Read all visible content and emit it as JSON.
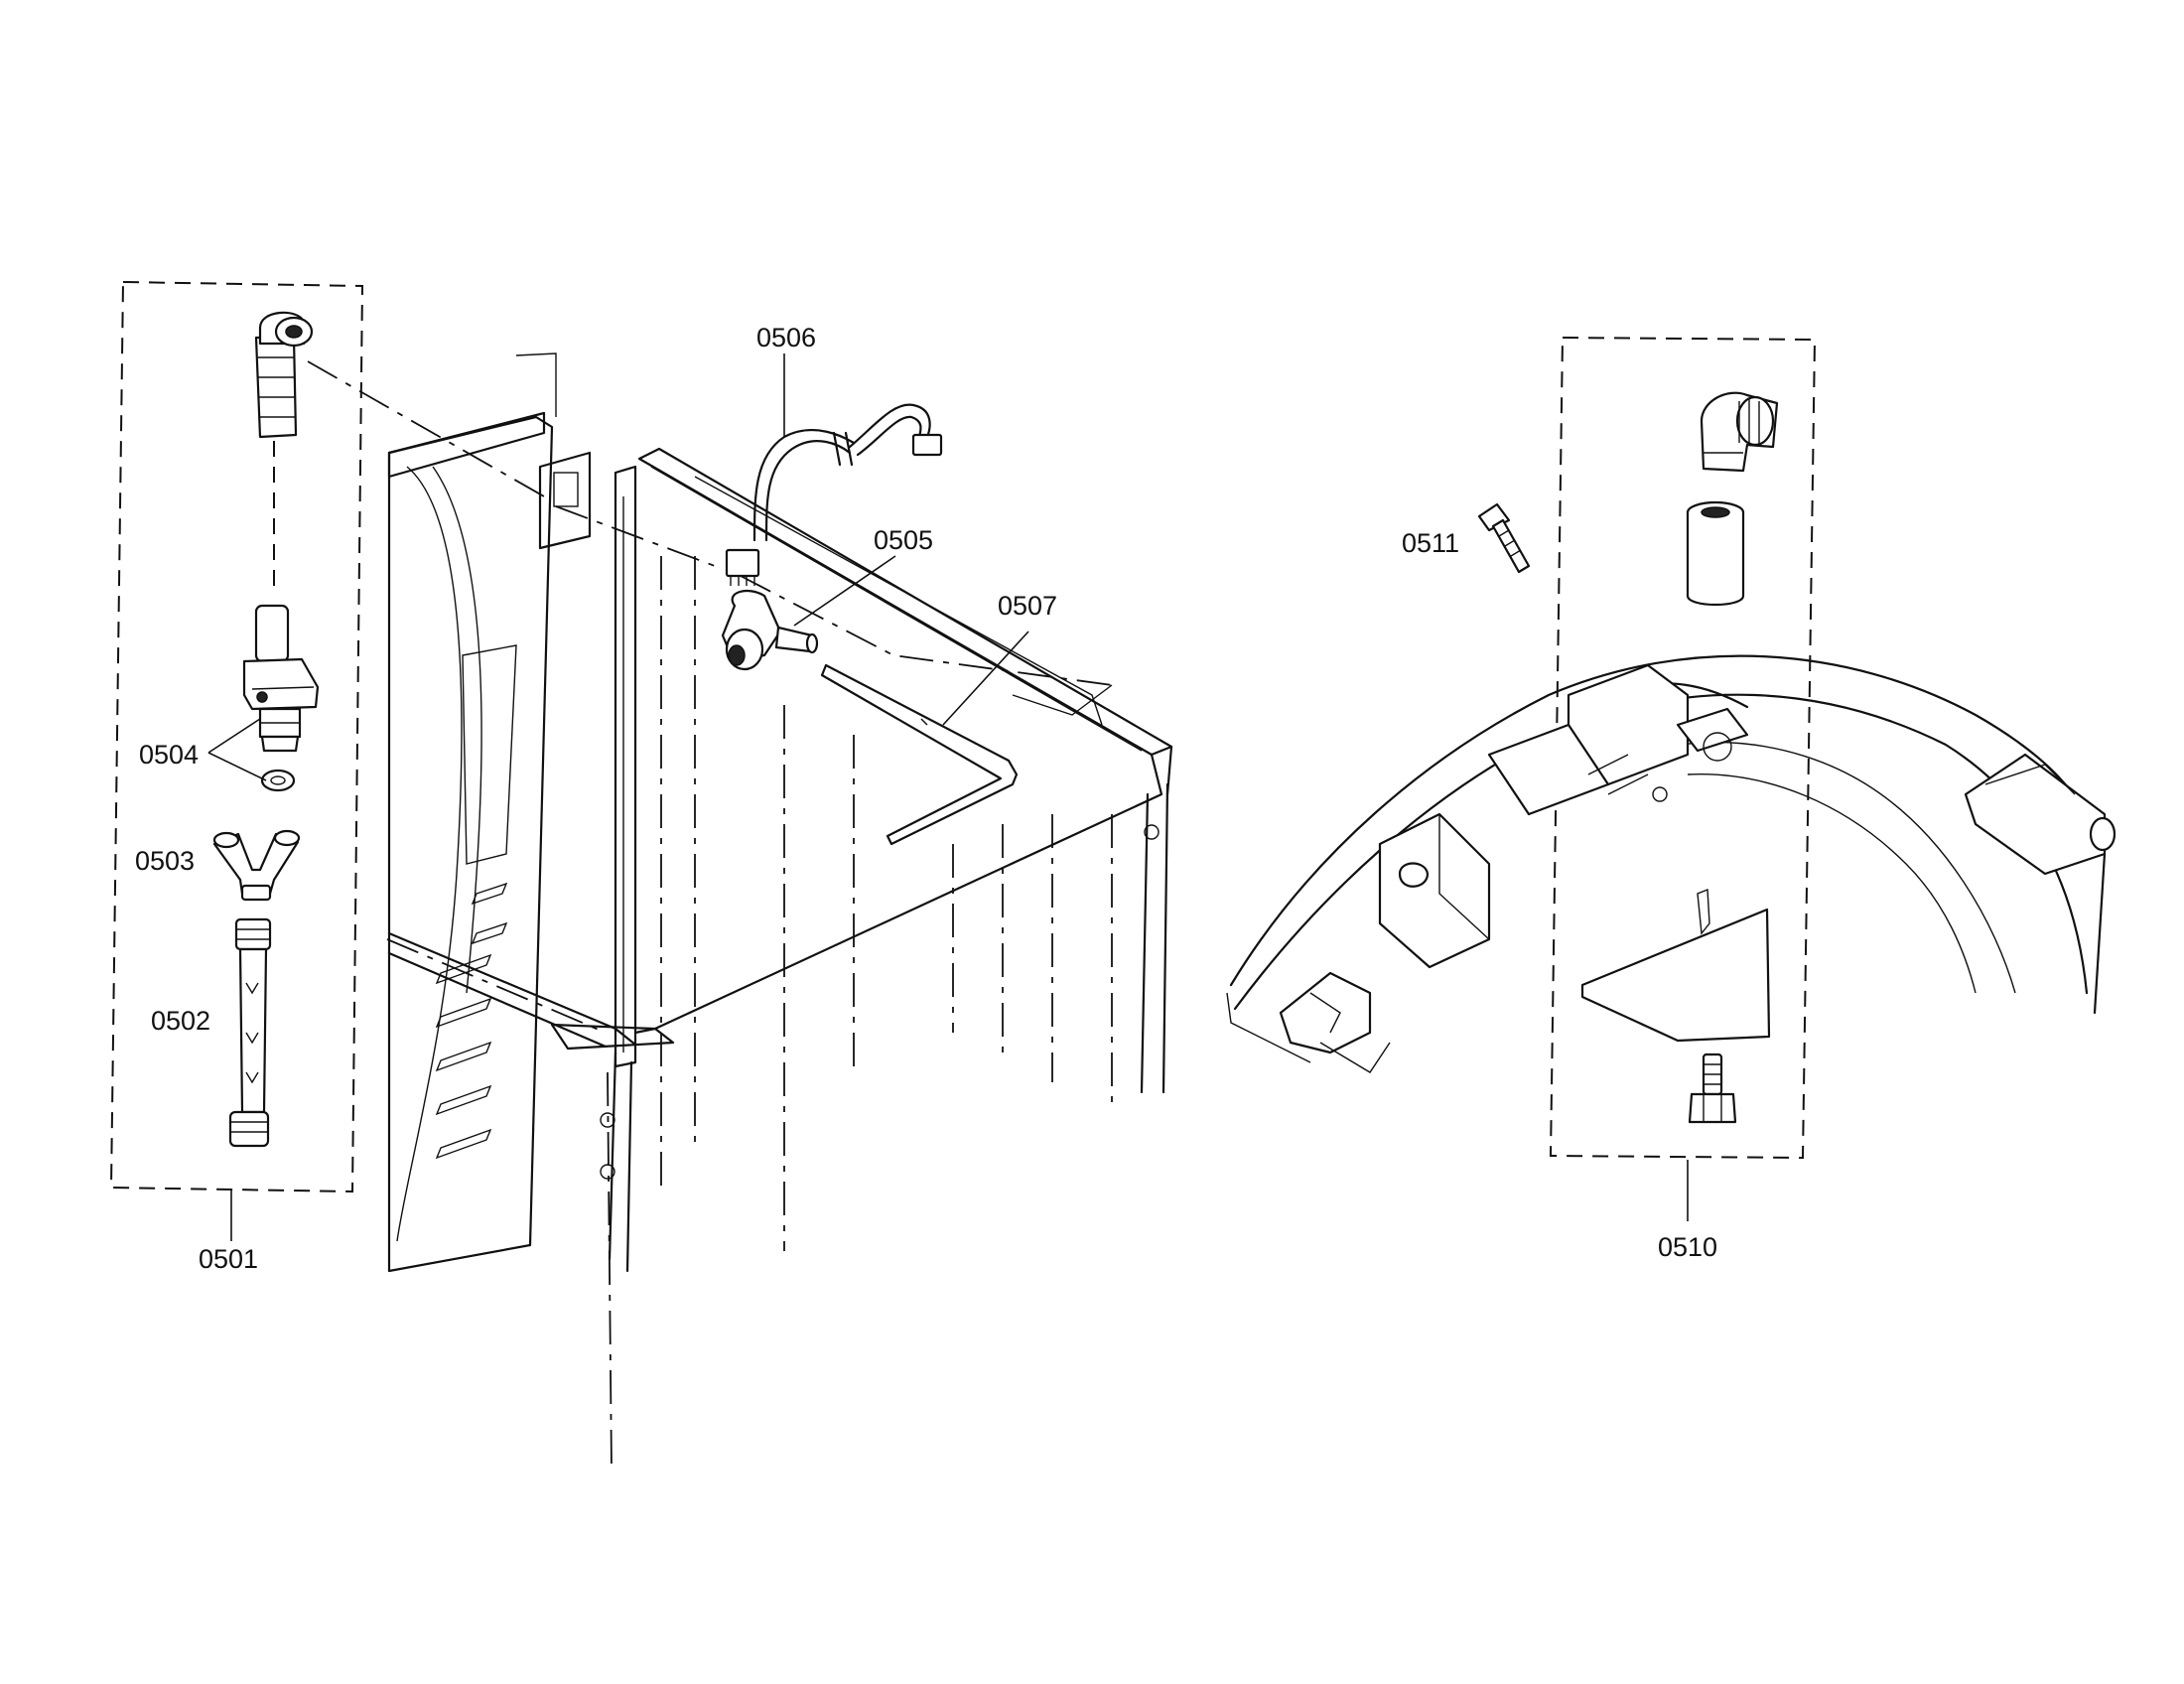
{
  "diagram": {
    "callouts": [
      {
        "id": "0501",
        "label": "0501"
      },
      {
        "id": "0502",
        "label": "0502"
      },
      {
        "id": "0503",
        "label": "0503"
      },
      {
        "id": "0504",
        "label": "0504"
      },
      {
        "id": "0505",
        "label": "0505"
      },
      {
        "id": "0506",
        "label": "0506"
      },
      {
        "id": "0507",
        "label": "0507"
      },
      {
        "id": "0510",
        "label": "0510"
      },
      {
        "id": "0511",
        "label": "0511"
      }
    ]
  }
}
